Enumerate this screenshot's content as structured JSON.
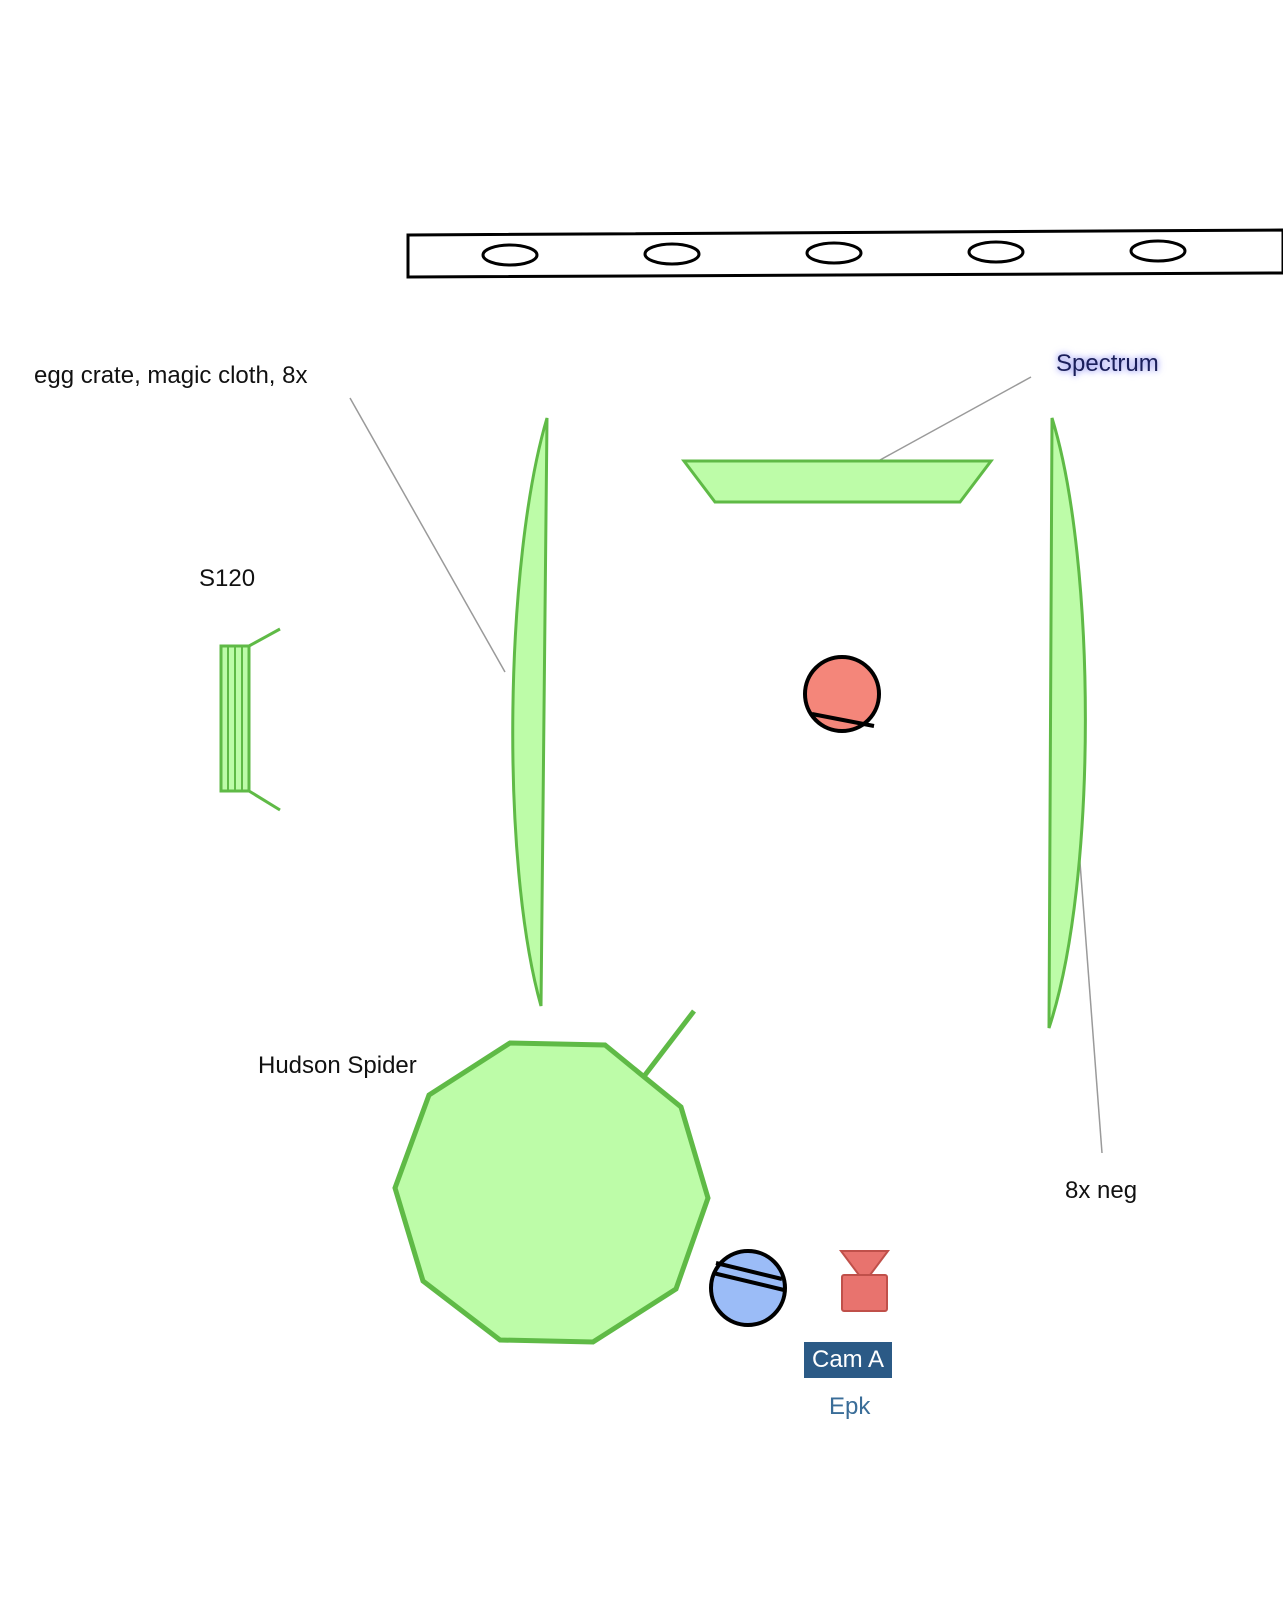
{
  "labels": {
    "egg_crate": "egg crate, magic cloth, 8x",
    "spectrum": "Spectrum",
    "s120": "S120",
    "hudson": "Hudson Spider",
    "neg": "8x neg",
    "cam": "Cam A",
    "epk": "Epk"
  },
  "colors": {
    "fixture_fill": "#bdfca8",
    "fixture_stroke": "#5fba46",
    "actor_fill": "#f4867a",
    "camera_fill": "#e8736e",
    "camera_stroke": "#c0504a",
    "person_fill": "#9bbcf7",
    "outline": "#000000",
    "leader_line": "#9a9a9a",
    "cam_badge": "#2b5a86"
  },
  "icons": {
    "track": "practical-lights-track",
    "actor": "actor-mark",
    "epk": "epk-operator-mark",
    "camera": "camera-icon"
  }
}
